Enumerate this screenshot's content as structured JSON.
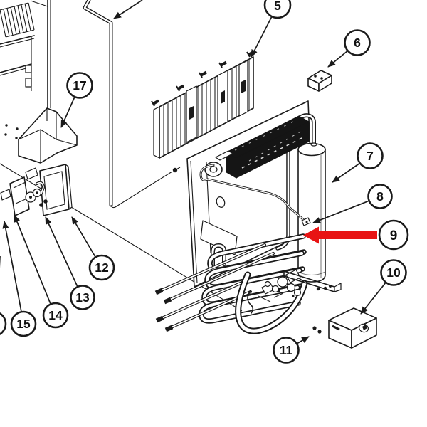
{
  "diagram": {
    "description": "Exploded parts diagram of a refrigerator cooling unit with numbered callouts",
    "background_color": "#ffffff",
    "line_color": "#1a1a1a",
    "highlight_color": "#e81414",
    "highlighted_part": "9",
    "callouts": [
      {
        "id": "5",
        "label": "5",
        "highlighted": false
      },
      {
        "id": "6",
        "label": "6",
        "highlighted": false
      },
      {
        "id": "7",
        "label": "7",
        "highlighted": false
      },
      {
        "id": "8",
        "label": "8",
        "highlighted": false
      },
      {
        "id": "9",
        "label": "9",
        "highlighted": true
      },
      {
        "id": "10",
        "label": "10",
        "highlighted": false
      },
      {
        "id": "11",
        "label": "11",
        "highlighted": false
      },
      {
        "id": "12",
        "label": "12",
        "highlighted": false
      },
      {
        "id": "13",
        "label": "13",
        "highlighted": false
      },
      {
        "id": "14",
        "label": "14",
        "highlighted": false
      },
      {
        "id": "15",
        "label": "15",
        "highlighted": false
      },
      {
        "id": "17",
        "label": "17",
        "highlighted": false
      },
      {
        "id": "edge-partial",
        "label": "",
        "highlighted": false,
        "clipped": true
      }
    ]
  }
}
